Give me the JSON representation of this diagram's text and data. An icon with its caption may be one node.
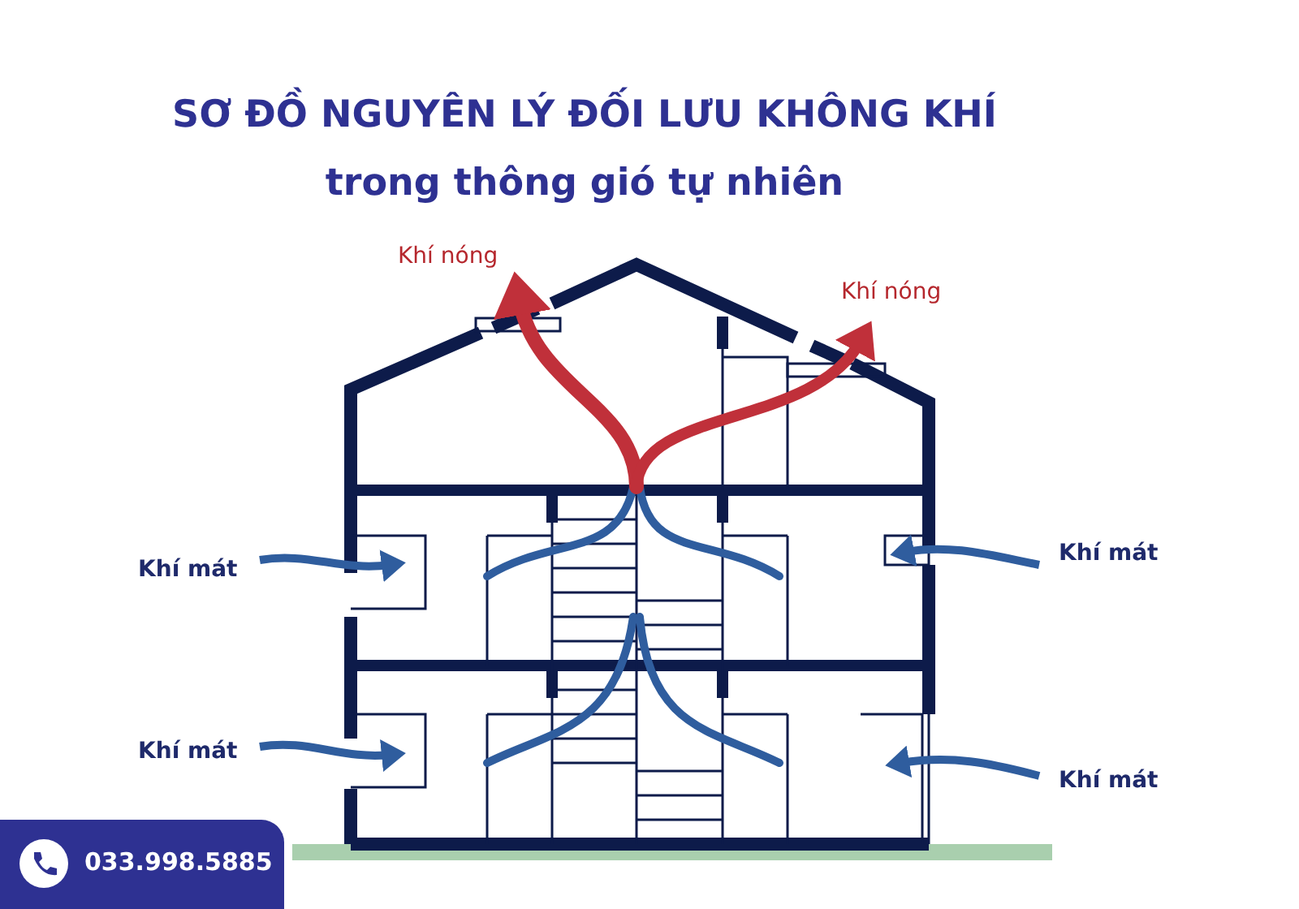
{
  "diagram": {
    "title": "SƠ ĐỒ NGUYÊN LÝ ĐỐI LƯU KHÔNG KHÍ trong thông gió tự nhiên",
    "labels": [
      "Khí nóng",
      "Khí nóng",
      "Khí mát",
      "Khí mát",
      "Khí mát",
      "Khí mát",
      "033.998.5885"
    ]
  }
}
